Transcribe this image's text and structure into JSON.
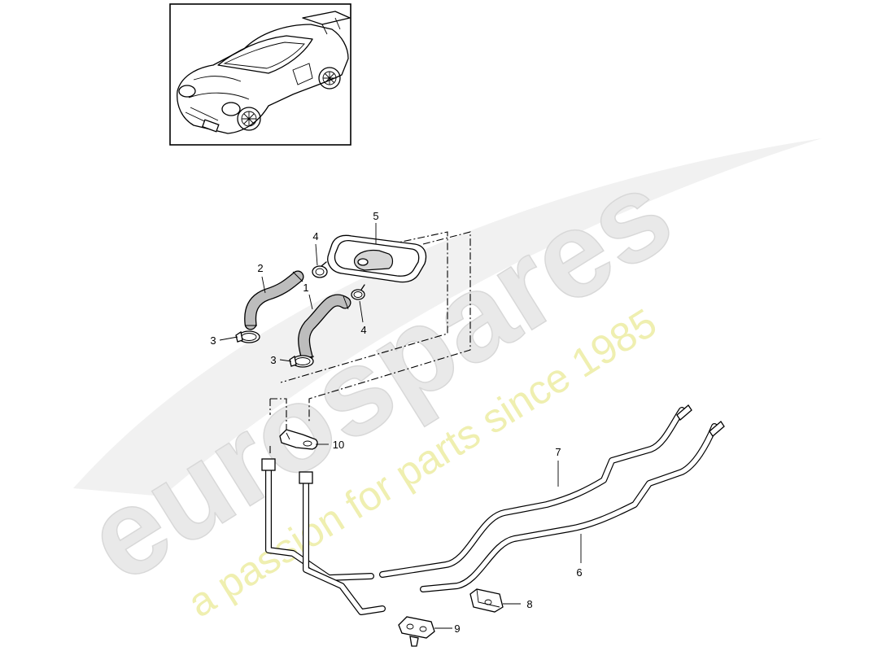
{
  "watermark": {
    "brand": "eurospares",
    "slogan": "a passion for parts since 1985"
  },
  "callouts": [
    {
      "id": "c1",
      "label": "1"
    },
    {
      "id": "c2",
      "label": "2"
    },
    {
      "id": "c3a",
      "label": "3"
    },
    {
      "id": "c3b",
      "label": "3"
    },
    {
      "id": "c4a",
      "label": "4"
    },
    {
      "id": "c4b",
      "label": "4"
    },
    {
      "id": "c5",
      "label": "5"
    },
    {
      "id": "c6",
      "label": "6"
    },
    {
      "id": "c7",
      "label": "7"
    },
    {
      "id": "c8",
      "label": "8"
    },
    {
      "id": "c9",
      "label": "9"
    },
    {
      "id": "c10",
      "label": "10"
    }
  ],
  "colors": {
    "linework": "#000000",
    "hose_fill": "#bdbdbd",
    "watermark_grey": "#e9e9e9",
    "watermark_yellow": "#efefb0"
  },
  "icons": [
    "car-thumbnail-icon"
  ]
}
